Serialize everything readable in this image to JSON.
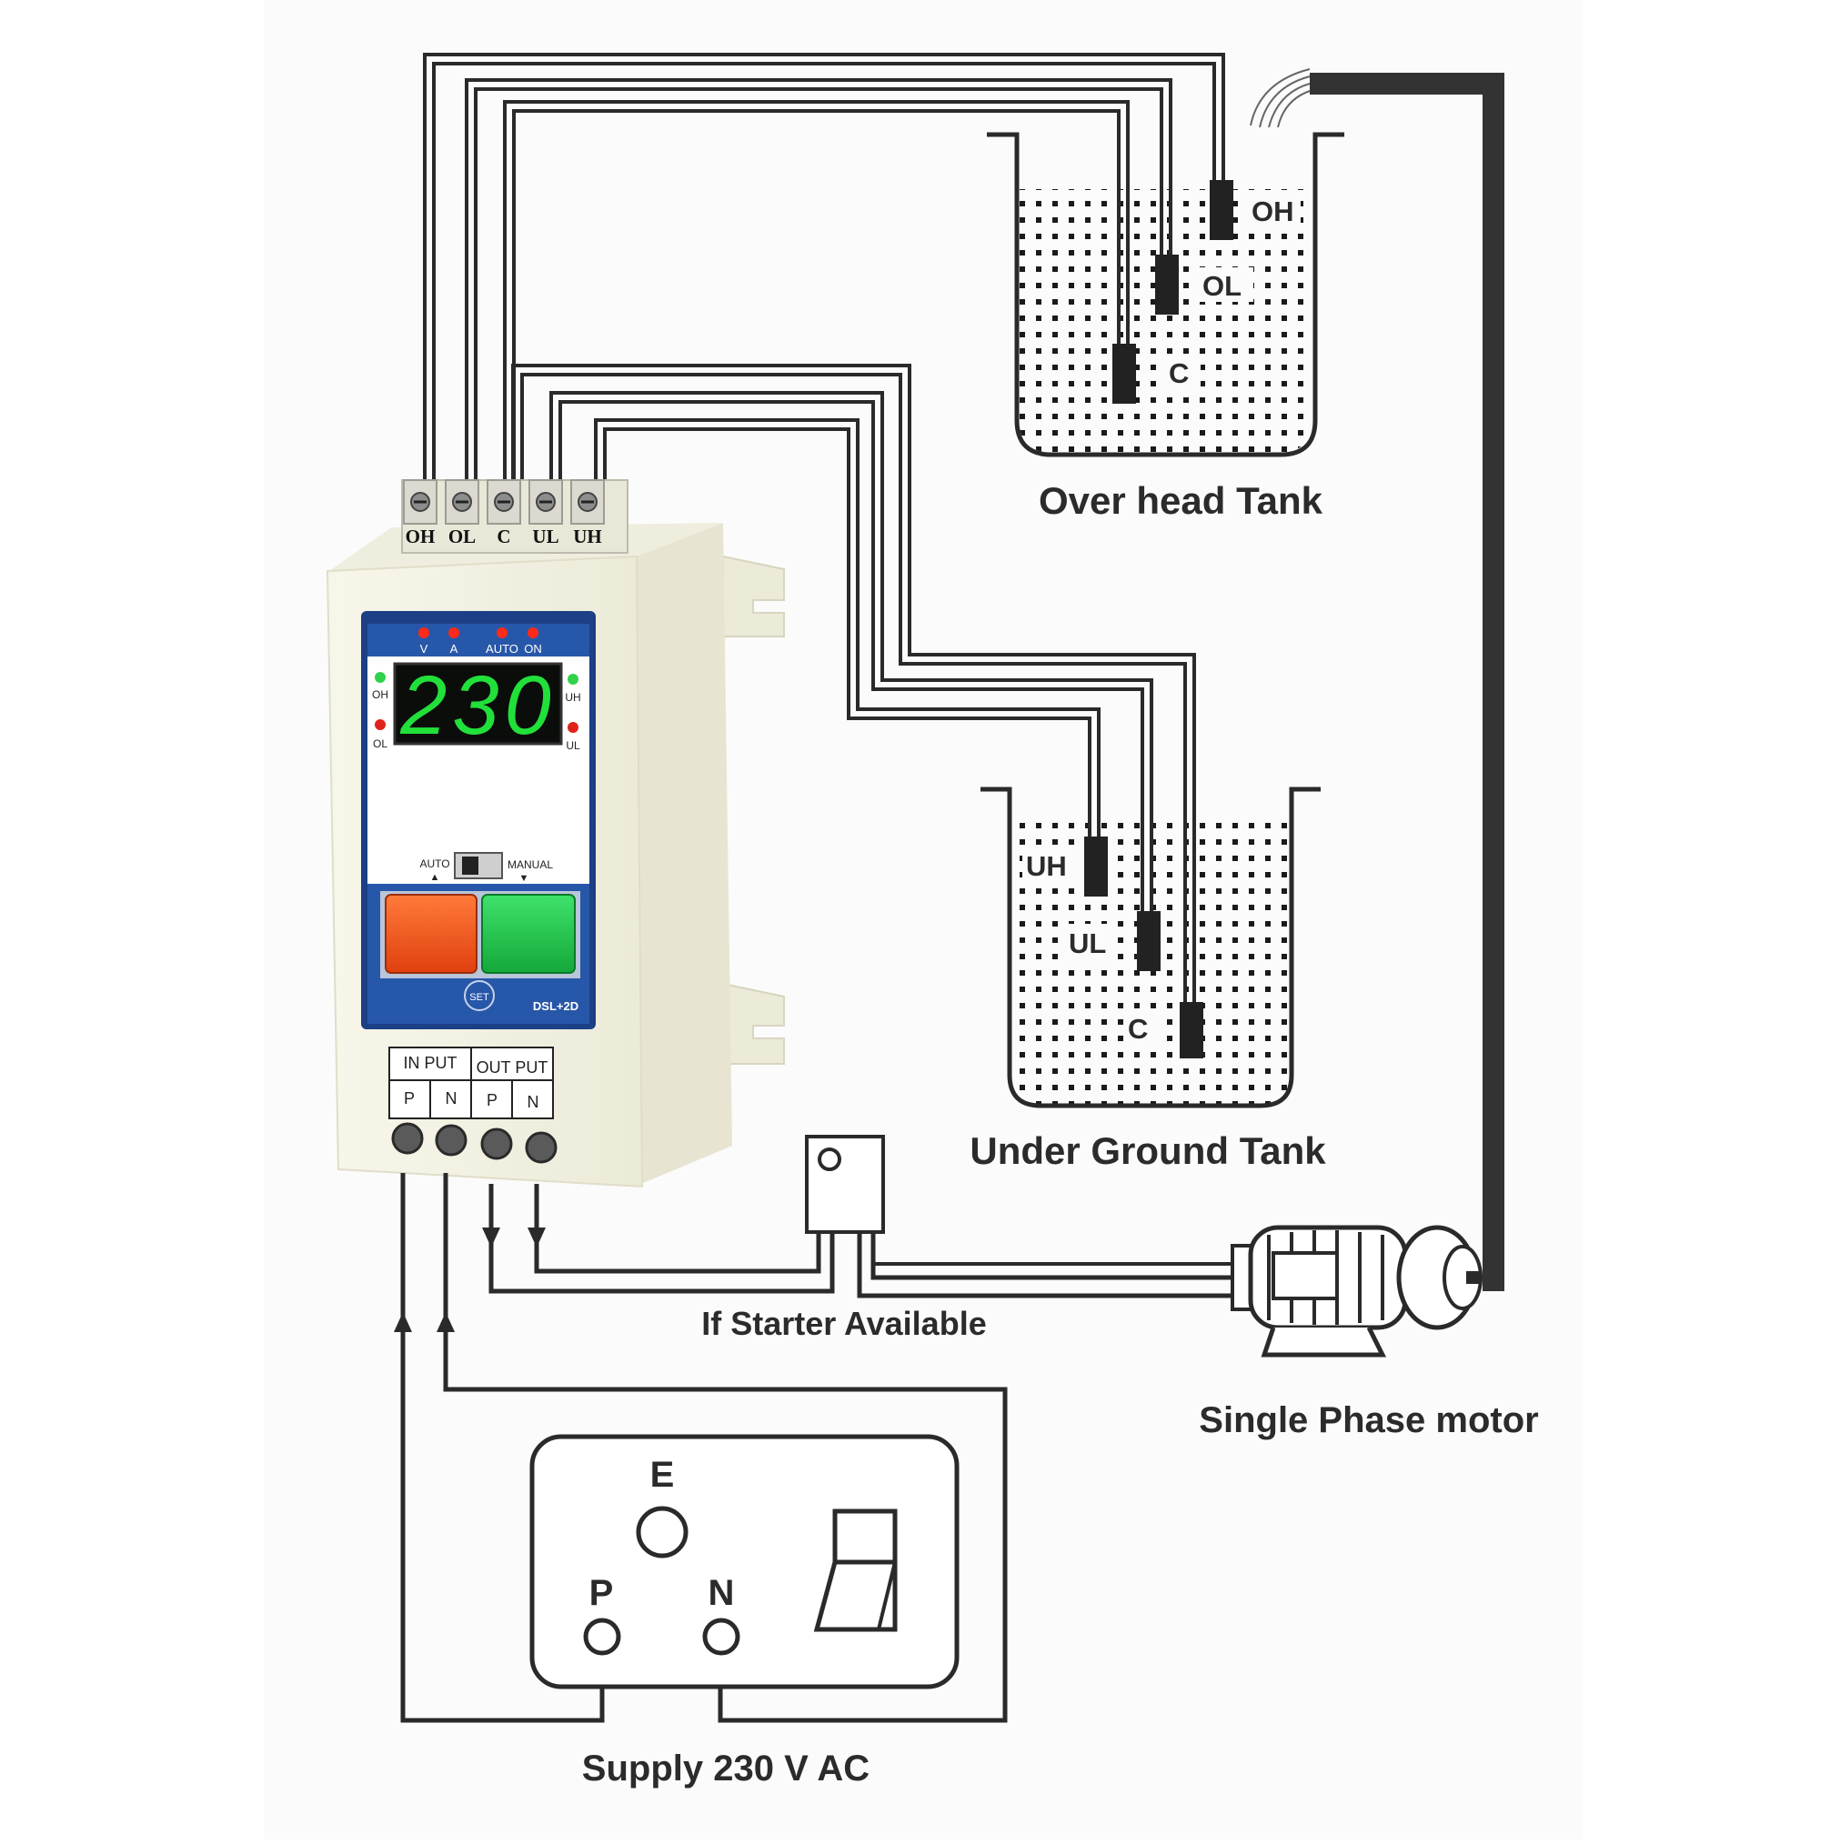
{
  "overhead_tank": {
    "title": "Over head Tank",
    "probes": [
      "OH",
      "OL",
      "C"
    ]
  },
  "underground_tank": {
    "title": "Under Ground Tank",
    "probes": [
      "UH",
      "UL",
      "C"
    ]
  },
  "controller": {
    "model": "DSL+2D",
    "display_value": "230",
    "terminals": [
      "OH",
      "OL",
      "C",
      "UL",
      "UH"
    ],
    "top_leds": [
      "V",
      "A",
      "AUTO",
      "ON"
    ],
    "side_leds_left": [
      "OH",
      "OL"
    ],
    "side_leds_right": [
      "UH",
      "UL"
    ],
    "mode_left": "AUTO",
    "mode_right": "MANUAL",
    "set_button": "SET",
    "io_table": {
      "input_header": "IN PUT",
      "output_header": "OUT PUT",
      "pins": [
        "P",
        "N",
        "P",
        "N"
      ]
    }
  },
  "starter": {
    "label": "If Starter Available"
  },
  "motor": {
    "label": "Single Phase motor"
  },
  "supply": {
    "label": "Supply 230 V AC",
    "socket_pins": [
      "E",
      "P",
      "N"
    ]
  },
  "colors": {
    "display_digits": "#22e03a",
    "panel_blue": "#1f4f9a",
    "button_red": "#f05a1e",
    "button_green": "#1fc24a",
    "housing": "#f4f2e4"
  }
}
